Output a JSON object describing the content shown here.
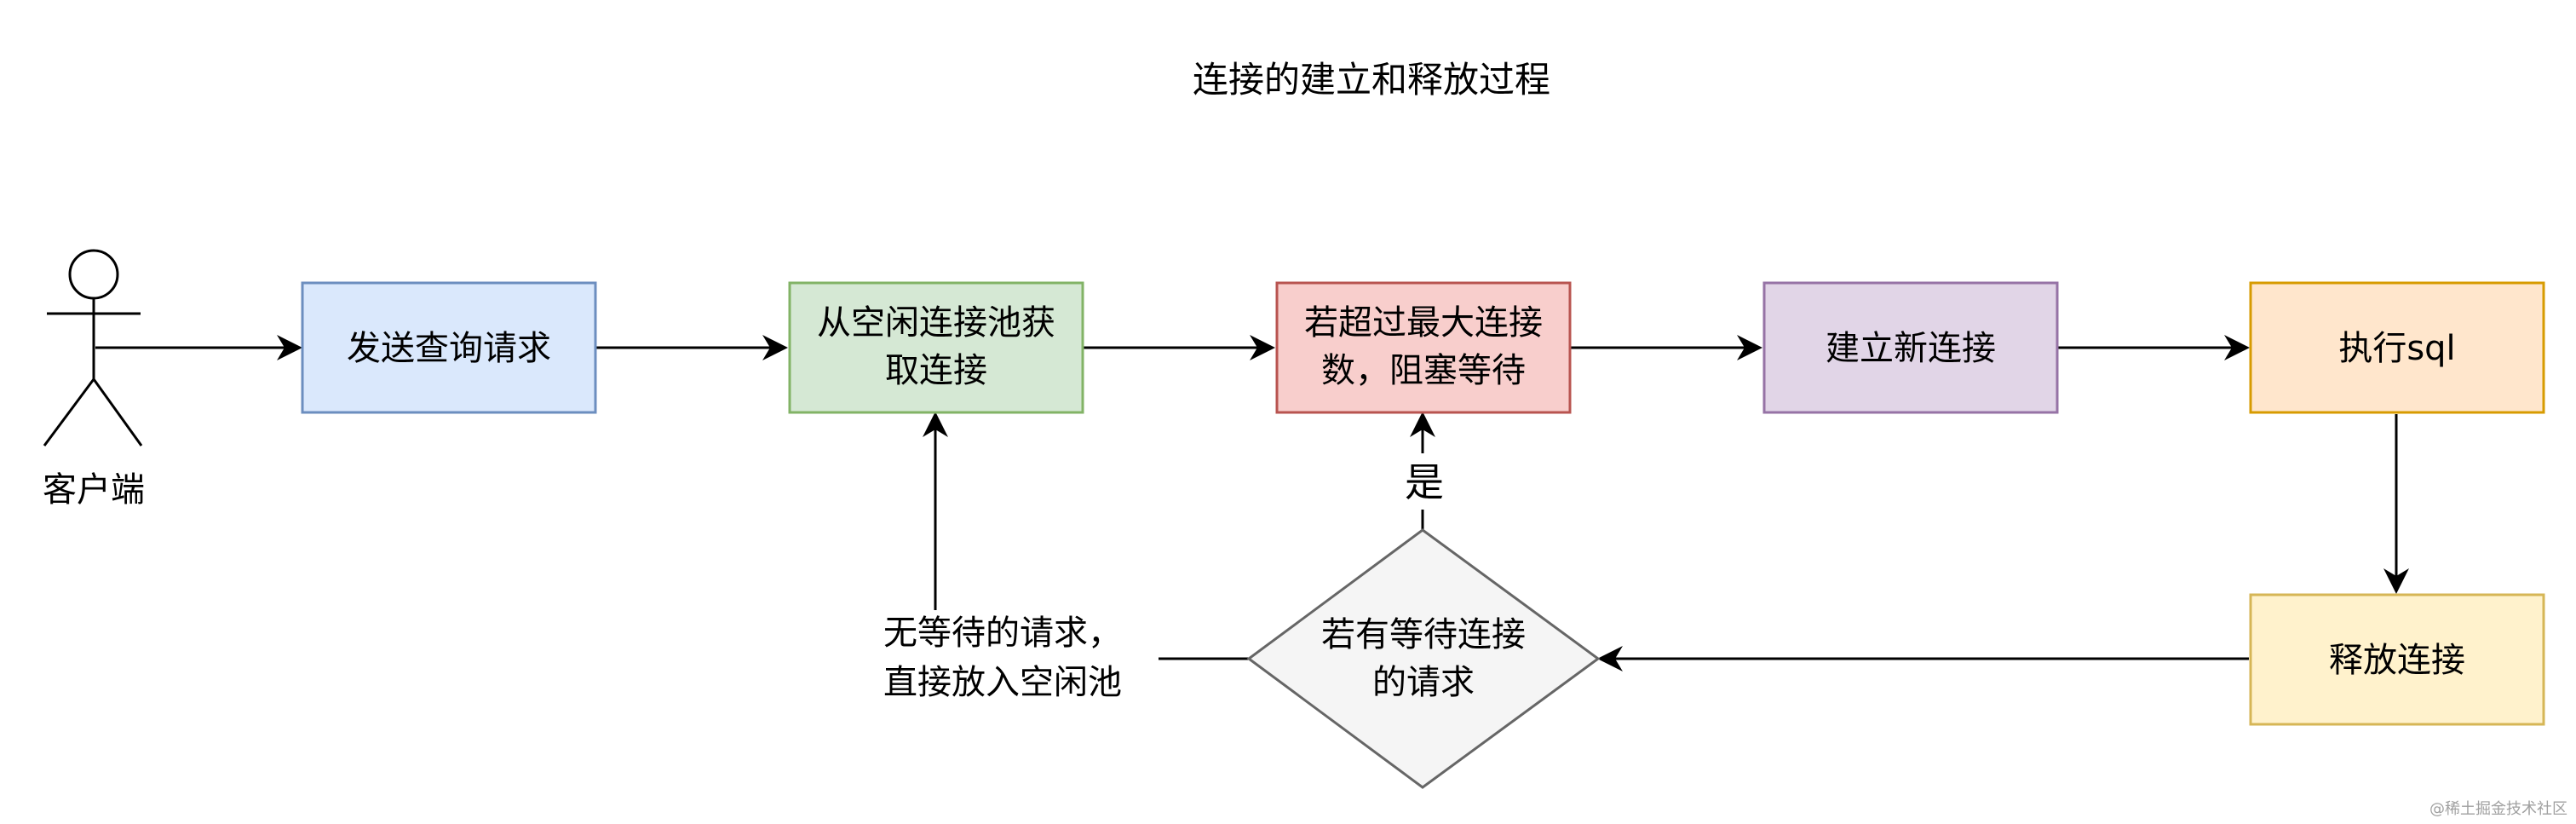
{
  "title": "连接的建立和释放过程",
  "actor": {
    "label": "客户端"
  },
  "nodes": {
    "send": {
      "label_lines": [
        "发送查询请求"
      ],
      "fill": "#dae8fc",
      "stroke": "#6c8ebf"
    },
    "fetch": {
      "label_lines": [
        "从空闲连接池获",
        "取连接"
      ],
      "fill": "#d5e8d4",
      "stroke": "#82b366"
    },
    "block": {
      "label_lines": [
        "若超过最大连接",
        "数，阻塞等待"
      ],
      "fill": "#f8cecc",
      "stroke": "#b85450"
    },
    "create": {
      "label_lines": [
        "建立新连接"
      ],
      "fill": "#e1d5e7",
      "stroke": "#9673a6"
    },
    "exec": {
      "label_lines": [
        "执行sql"
      ],
      "fill": "#ffe6cc",
      "stroke": "#d79b00"
    },
    "release": {
      "label_lines": [
        "释放连接"
      ],
      "fill": "#fff2cc",
      "stroke": "#d6b656"
    },
    "decision": {
      "label_lines": [
        "若有等待连接",
        "的请求"
      ],
      "fill": "#f5f5f5",
      "stroke": "#666666"
    }
  },
  "edge_labels": {
    "yes": "是",
    "no_lines": [
      "无等待的请求，",
      "直接放入空闲池"
    ]
  },
  "watermark": "@稀土掘金技术社区"
}
